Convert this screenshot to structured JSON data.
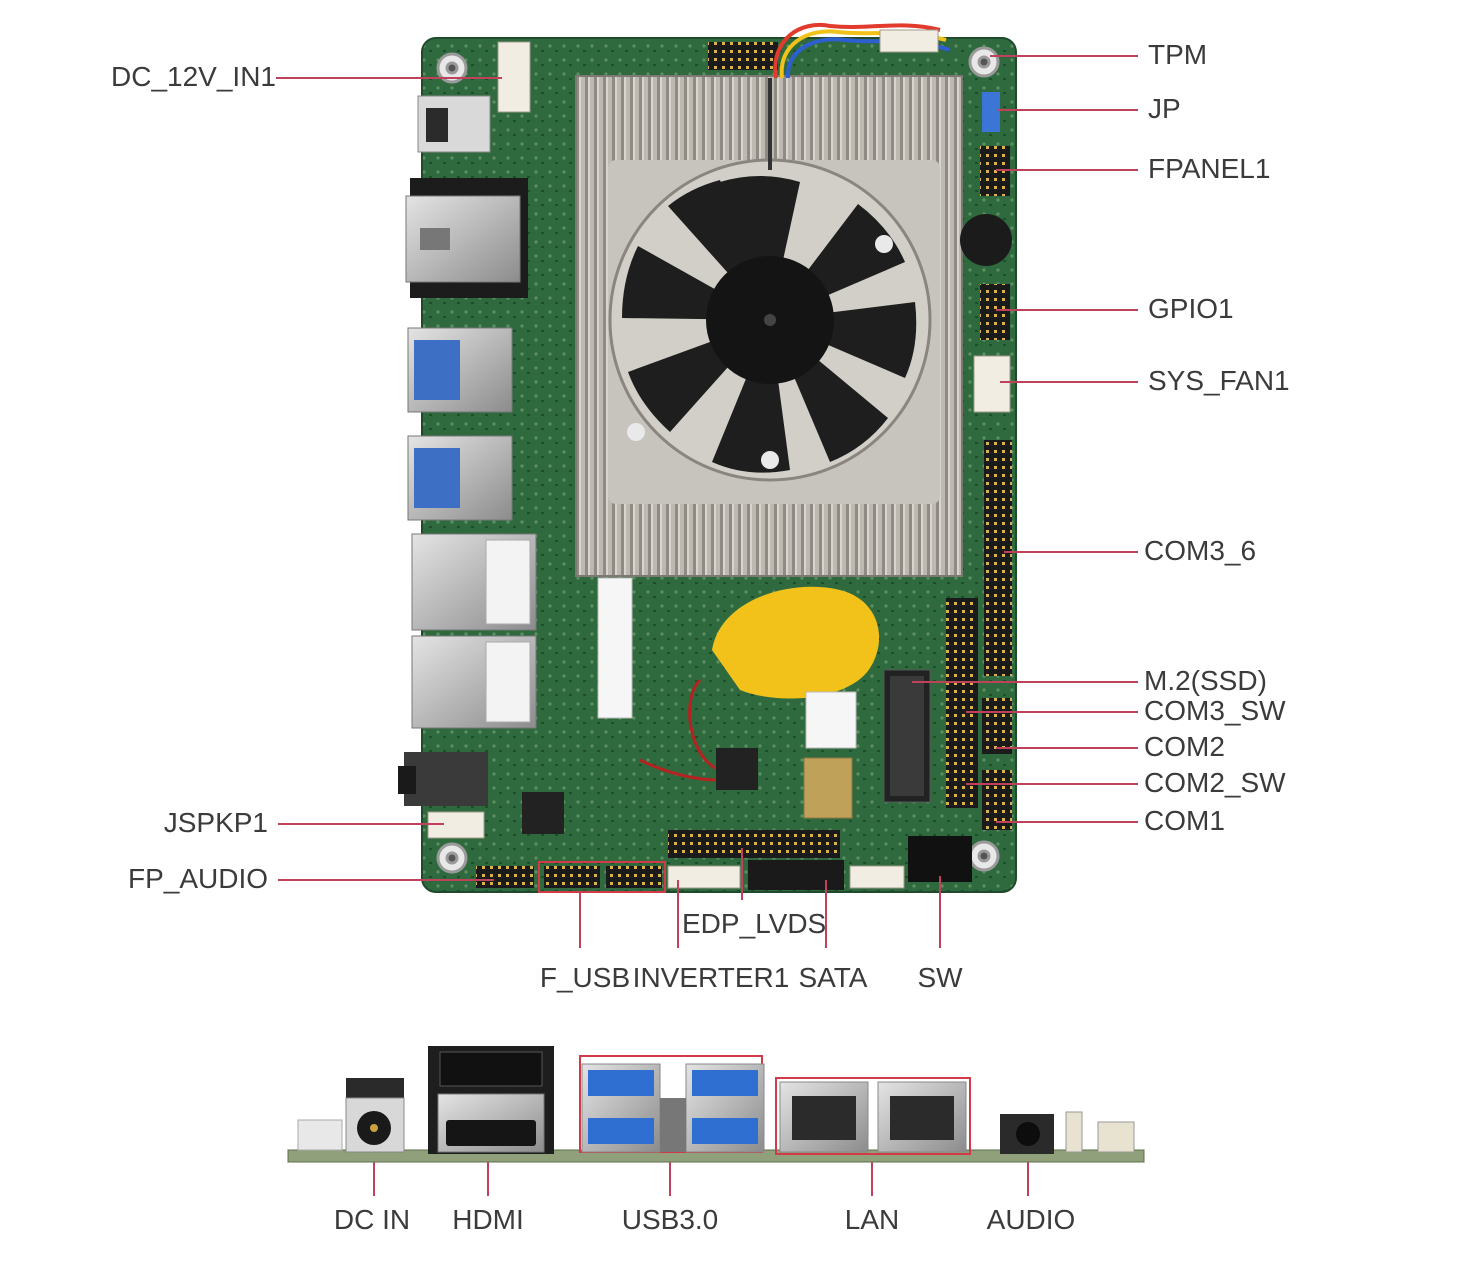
{
  "callouts": {
    "dc_12v_in1": "DC_12V_IN1",
    "tpm": "TPM",
    "jp": "JP",
    "fpanel1": "FPANEL1",
    "gpio1": "GPIO1",
    "sys_fan1": "SYS_FAN1",
    "com3_6": "COM3_6",
    "m2_ssd": "M.2(SSD)",
    "com3_sw": "COM3_SW",
    "com2": "COM2",
    "com2_sw": "COM2_SW",
    "com1": "COM1",
    "jspkp1": "JSPKP1",
    "fp_audio": "FP_AUDIO",
    "edp_lvds": "EDP_LVDS",
    "f_usb": "F_USB",
    "inverter1": "INVERTER1",
    "sata": "SATA",
    "sw": "SW"
  },
  "io_panel": {
    "dc_in": "DC IN",
    "hdmi": "HDMI",
    "usb30": "USB3.0",
    "lan": "LAN",
    "audio": "AUDIO"
  },
  "colors": {
    "pcb": "#2f6a3e",
    "heatsink": "#b9b6ae",
    "fan": "#1e1e1e",
    "leader": "#c0415a",
    "highlight_box": "#d23a4a",
    "usb_blue": "#2f6fd1",
    "battery": "#f2c21b"
  }
}
